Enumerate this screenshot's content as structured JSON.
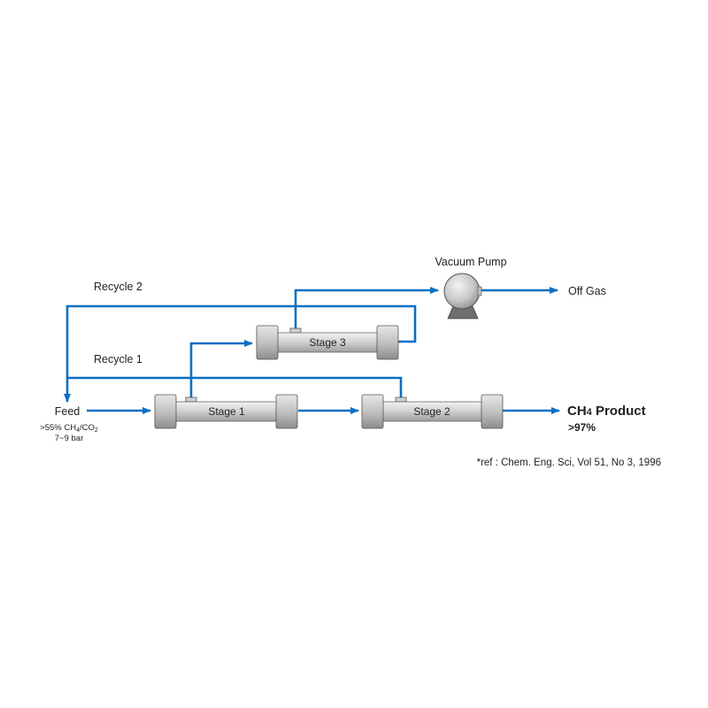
{
  "labels": {
    "vacuum_pump": "Vacuum Pump",
    "off_gas": "Off Gas",
    "recycle_2": "Recycle 2",
    "recycle_1": "Recycle 1",
    "feed": "Feed",
    "feed_composition_prefix": ">55% CH",
    "feed_composition_sub1": "4",
    "feed_composition_mid": "/CO",
    "feed_composition_sub2": "2",
    "feed_pressure": "7~9 bar",
    "product_prefix": "CH",
    "product_sub": "4",
    "product_suffix": " Product",
    "product_purity": ">97%",
    "reference": "*ref : Chem. Eng. Sci, Vol 51, No 3, 1996"
  },
  "stages": {
    "stage_1": "Stage 1",
    "stage_2": "Stage 2",
    "stage_3": "Stage 3"
  },
  "colors": {
    "flow_line": "#0a6fc2",
    "module_body": "#d9d9d9",
    "module_shade": "#a9a9a9",
    "module_outline": "#555555",
    "text": "#222222"
  },
  "icons": {
    "pump": "vacuum-pump-icon",
    "module": "membrane-module-icon",
    "arrow": "flow-arrow-icon"
  }
}
